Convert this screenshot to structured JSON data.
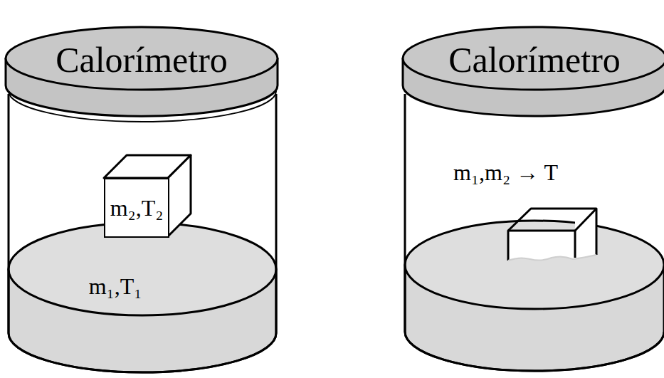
{
  "diagram": {
    "nodes": [
      {
        "text": [
          "Calorímetro"
        ]
      },
      {
        "text": [
          "m₂,T₂"
        ]
      },
      {
        "text": [
          "m₁,T₁"
        ]
      },
      {
        "text": [
          "Calorímetro"
        ]
      }
    ],
    "labels": [
      "m₁,m₂ → T"
    ]
  }
}
